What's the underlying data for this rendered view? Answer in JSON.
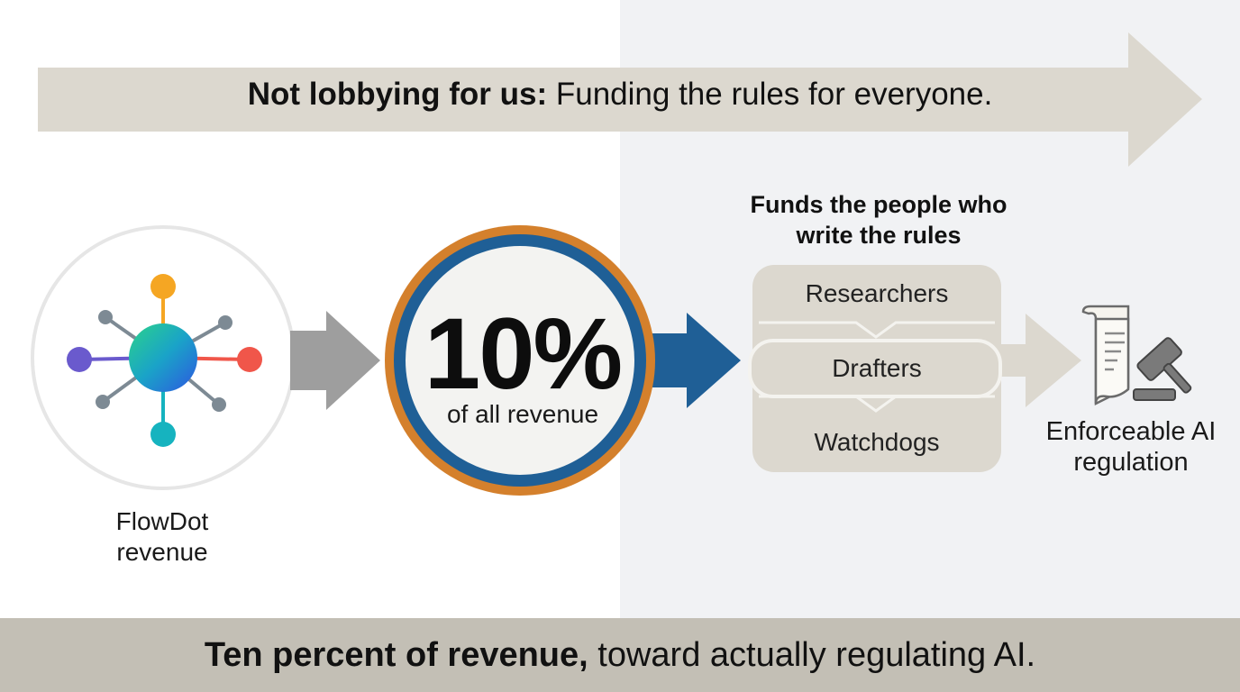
{
  "banner": {
    "bold": "Not lobbying for us:",
    "rest": " Funding the rules for everyone."
  },
  "source": {
    "label": "FlowDot revenue"
  },
  "percentage": {
    "value": "10%",
    "caption": "of all revenue"
  },
  "funds": {
    "heading": "Funds the people who write the rules",
    "roles": [
      "Researchers",
      "Drafters",
      "Watchdogs"
    ]
  },
  "outcome": {
    "label": "Enforceable AI regulation"
  },
  "footer": {
    "bold": "Ten percent of revenue,",
    "rest": " toward actually regulating AI."
  },
  "icons": {
    "source": "network-hub-icon",
    "outcome": "document-gavel-icon"
  },
  "colors": {
    "banner_arrow": "#dcd8cf",
    "footer_bar": "#c3bfb5",
    "ring_orange": "#d4802c",
    "ring_blue": "#1f5f96",
    "blue_arrow": "#1f5f96",
    "grey_arrow": "#9e9e9e",
    "node_orange": "#f5a623",
    "node_purple": "#6a5acd",
    "node_red": "#f0564a",
    "node_teal": "#16b3bf"
  }
}
